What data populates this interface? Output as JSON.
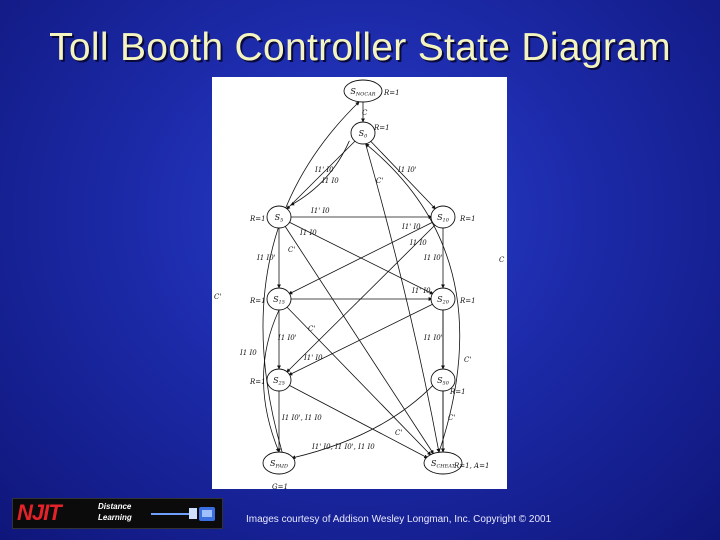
{
  "title": "Toll Booth Controller State Diagram",
  "logo": {
    "name": "NJIT",
    "line1": "Distance",
    "line2": "Learning"
  },
  "credit": "Images courtesy of Addison Wesley Longman, Inc. Copyright © 2001",
  "diagram": {
    "states": [
      {
        "id": "SNOCAR",
        "main": "S",
        "sub": "NOCAR",
        "output": "R=1"
      },
      {
        "id": "S0",
        "main": "S",
        "sub": "0",
        "output": "R=1"
      },
      {
        "id": "S5",
        "main": "S",
        "sub": "5",
        "output": "R=1"
      },
      {
        "id": "S10",
        "main": "S",
        "sub": "10",
        "output": "R=1"
      },
      {
        "id": "S15",
        "main": "S",
        "sub": "15",
        "output": "R=1"
      },
      {
        "id": "S20",
        "main": "S",
        "sub": "20",
        "output": "R=1"
      },
      {
        "id": "S25",
        "main": "S",
        "sub": "25",
        "output": "R=1"
      },
      {
        "id": "S50",
        "main": "S",
        "sub": "50",
        "output": "R=1"
      },
      {
        "id": "SPAID",
        "main": "S",
        "sub": "PAID",
        "output": "G=1"
      },
      {
        "id": "SCHEAT",
        "main": "S",
        "sub": "CHEAT",
        "output": "R=1, A=1"
      }
    ],
    "transitions": [
      {
        "from": "SNOCAR",
        "to": "S0",
        "label": "C"
      },
      {
        "from": "S0",
        "to": "S5",
        "label": "I1' I0"
      },
      {
        "from": "S0",
        "to": "S10",
        "label": "I1 I0'"
      },
      {
        "from": "S0",
        "to": "S5",
        "label": "I1 I0"
      },
      {
        "from": "S0",
        "to": "SCHEAT",
        "label": "C'"
      },
      {
        "from": "S5",
        "to": "S10",
        "label": "I1' I0"
      },
      {
        "from": "S5",
        "to": "S15",
        "label": "I1 I0'"
      },
      {
        "from": "S5",
        "to": "S20",
        "label": "I1 I0"
      },
      {
        "from": "S5",
        "to": "SCHEAT",
        "label": "C'"
      },
      {
        "from": "S10",
        "to": "S15",
        "label": "I1' I0"
      },
      {
        "from": "S10",
        "to": "S20",
        "label": "I1 I0'"
      },
      {
        "from": "S10",
        "to": "S25",
        "label": "I1 I0"
      },
      {
        "from": "S15",
        "to": "S20",
        "label": "I1' I0"
      },
      {
        "from": "S15",
        "to": "S25",
        "label": "I1 I0'"
      },
      {
        "from": "S15",
        "to": "SPAID",
        "label": "I1 I0"
      },
      {
        "from": "S15",
        "to": "SCHEAT",
        "label": "C'"
      },
      {
        "from": "S20",
        "to": "S25",
        "label": "I1' I0"
      },
      {
        "from": "S20",
        "to": "S50",
        "label": "I1 I0'"
      },
      {
        "from": "S20",
        "to": "SCHEAT",
        "label": "C'"
      },
      {
        "from": "S25",
        "to": "SPAID",
        "label": "I1 I0', I1 I0"
      },
      {
        "from": "S25",
        "to": "SCHEAT",
        "label": "C'"
      },
      {
        "from": "S50",
        "to": "SPAID",
        "label": "I1' I0, I1 I0', I1 I0"
      },
      {
        "from": "S50",
        "to": "SCHEAT",
        "label": "C'"
      },
      {
        "from": "SPAID",
        "to": "SNOCAR",
        "label": "C'"
      },
      {
        "from": "SCHEAT",
        "to": "S0",
        "label": "C"
      }
    ]
  }
}
